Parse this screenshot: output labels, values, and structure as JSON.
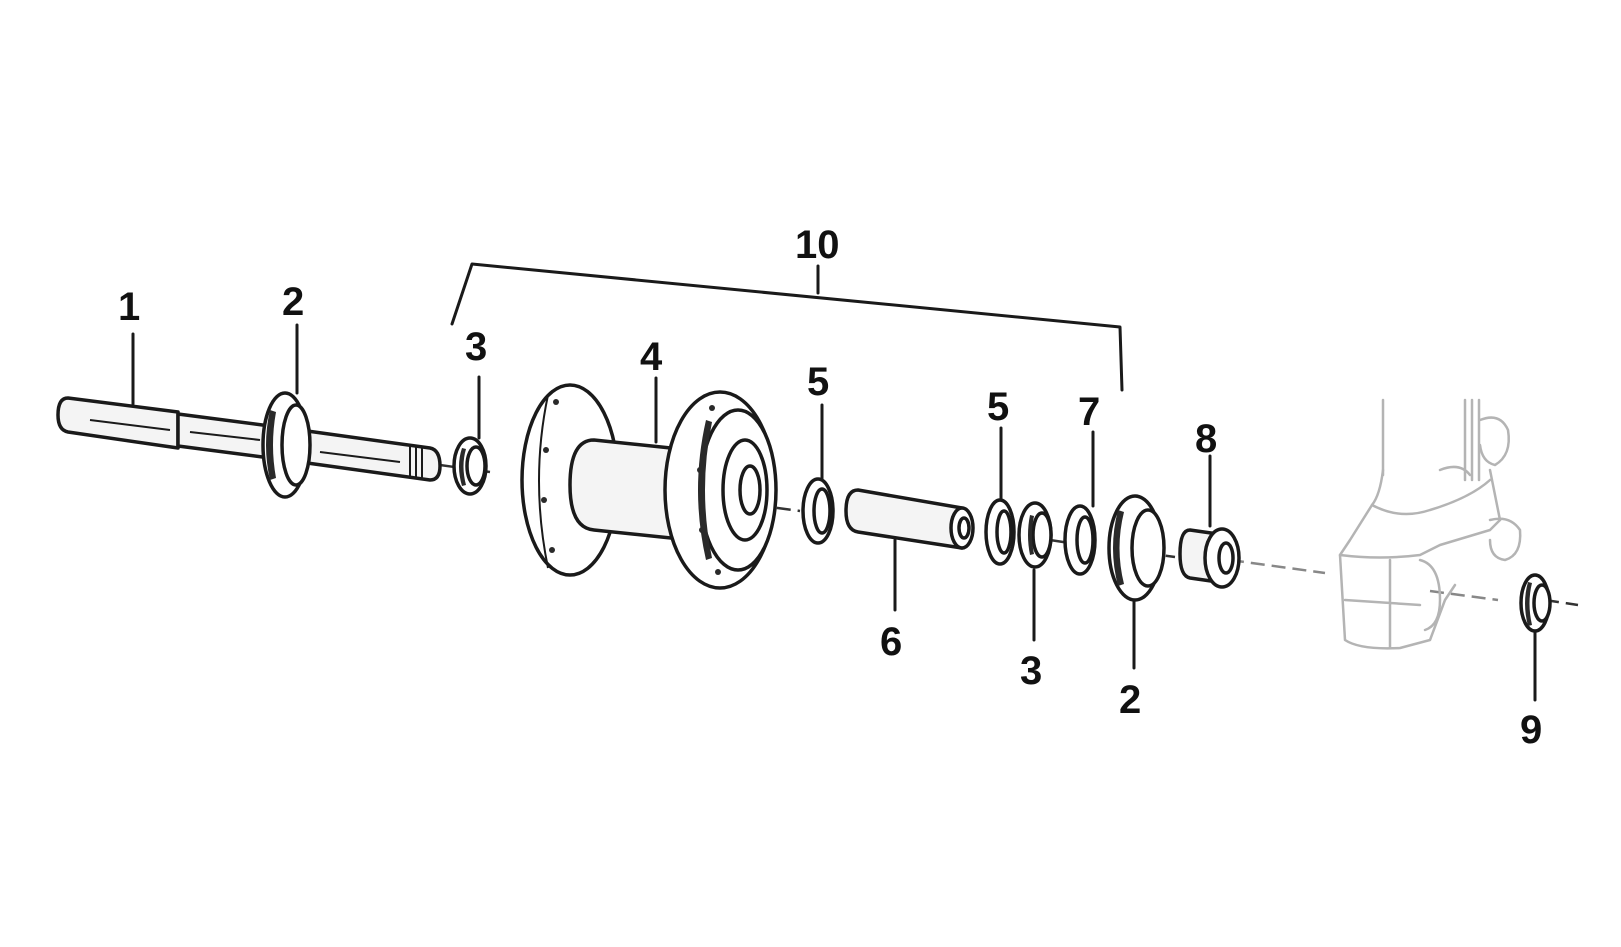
{
  "diagram": {
    "type": "exploded-parts-view",
    "subject": "wheel hub / axle assembly",
    "group_callout": {
      "label": "10",
      "covers_parts": [
        "3",
        "4",
        "5",
        "6",
        "5",
        "3",
        "7",
        "2"
      ]
    },
    "parts": [
      {
        "id": "p1",
        "label": "1",
        "shape": "axle-shaft"
      },
      {
        "id": "p2a",
        "label": "2",
        "shape": "dust-cover-washer"
      },
      {
        "id": "p3a",
        "label": "3",
        "shape": "bearing"
      },
      {
        "id": "p4",
        "label": "4",
        "shape": "hub-with-flanges"
      },
      {
        "id": "p5a",
        "label": "5",
        "shape": "circlip-ring"
      },
      {
        "id": "p6",
        "label": "6",
        "shape": "spacer-tube"
      },
      {
        "id": "p5b",
        "label": "5",
        "shape": "circlip-ring"
      },
      {
        "id": "p3b",
        "label": "3",
        "shape": "bearing"
      },
      {
        "id": "p7",
        "label": "7",
        "shape": "seal-ring"
      },
      {
        "id": "p2b",
        "label": "2",
        "shape": "dust-cover-washer"
      },
      {
        "id": "p8",
        "label": "8",
        "shape": "bushing-spacer"
      },
      {
        "id": "p9",
        "label": "9",
        "shape": "axle-nut"
      }
    ],
    "context_part": {
      "shape": "fork-leg-dropout",
      "style": "ghosted"
    },
    "colors": {
      "background": "#ffffff",
      "line": "#1a1a1a",
      "ghost": "#b4b4b4"
    }
  }
}
